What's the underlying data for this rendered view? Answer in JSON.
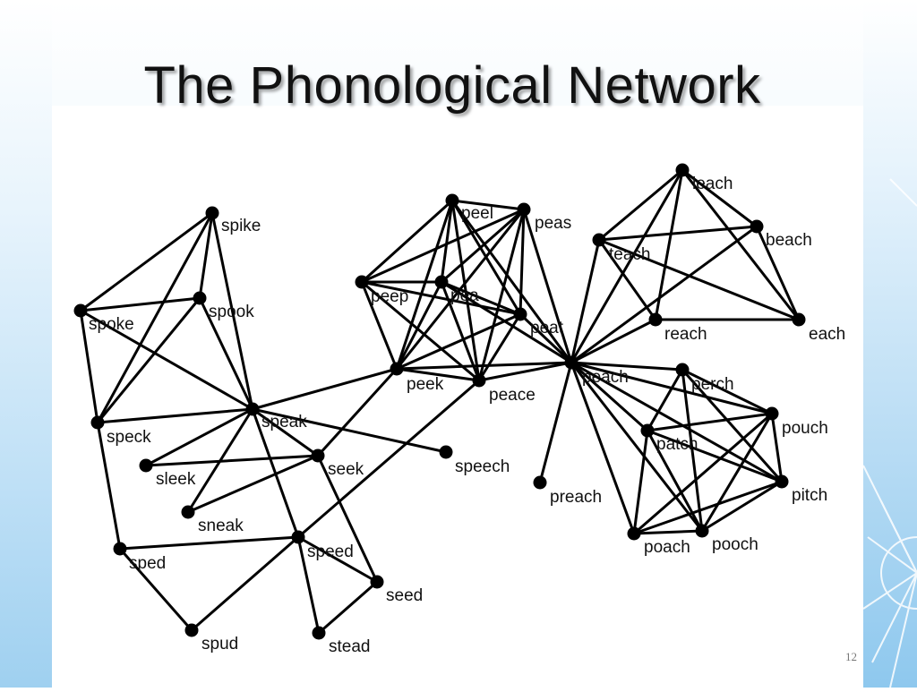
{
  "slide": {
    "title": "The Phonological Network",
    "page_number": "12"
  },
  "network": {
    "nodes": [
      "spike",
      "spook",
      "spoke",
      "speck",
      "speak",
      "sleek",
      "sneak",
      "seek",
      "speed",
      "sped",
      "spud",
      "stead",
      "seed",
      "speech",
      "peel",
      "peas",
      "peep",
      "pea",
      "peat",
      "peek",
      "peace",
      "peach",
      "preach",
      "leach",
      "beach",
      "teach",
      "reach",
      "each",
      "perch",
      "pouch",
      "patch",
      "pitch",
      "poach",
      "pooch"
    ],
    "edges": [
      [
        "spike",
        "spoke"
      ],
      [
        "spike",
        "spook"
      ],
      [
        "spike",
        "speck"
      ],
      [
        "spike",
        "speak"
      ],
      [
        "spoke",
        "spook"
      ],
      [
        "spoke",
        "speck"
      ],
      [
        "spoke",
        "speak"
      ],
      [
        "spook",
        "speck"
      ],
      [
        "spook",
        "speak"
      ],
      [
        "speck",
        "speak"
      ],
      [
        "speck",
        "sped"
      ],
      [
        "speak",
        "sleek"
      ],
      [
        "speak",
        "sneak"
      ],
      [
        "speak",
        "seek"
      ],
      [
        "speak",
        "speech"
      ],
      [
        "speak",
        "speed"
      ],
      [
        "speak",
        "peek"
      ],
      [
        "sleek",
        "seek"
      ],
      [
        "sneak",
        "seek"
      ],
      [
        "seek",
        "seed"
      ],
      [
        "seek",
        "peek"
      ],
      [
        "speed",
        "sped"
      ],
      [
        "speed",
        "spud"
      ],
      [
        "speed",
        "stead"
      ],
      [
        "speed",
        "seed"
      ],
      [
        "speed",
        "peace"
      ],
      [
        "sped",
        "spud"
      ],
      [
        "stead",
        "seed"
      ],
      [
        "peel",
        "peas"
      ],
      [
        "peel",
        "peep"
      ],
      [
        "peel",
        "pea"
      ],
      [
        "peel",
        "peek"
      ],
      [
        "peel",
        "peace"
      ],
      [
        "peel",
        "peat"
      ],
      [
        "peel",
        "peach"
      ],
      [
        "peas",
        "peep"
      ],
      [
        "peas",
        "pea"
      ],
      [
        "peas",
        "peek"
      ],
      [
        "peas",
        "peace"
      ],
      [
        "peas",
        "peat"
      ],
      [
        "peas",
        "peach"
      ],
      [
        "peep",
        "pea"
      ],
      [
        "peep",
        "peek"
      ],
      [
        "peep",
        "peace"
      ],
      [
        "peep",
        "peat"
      ],
      [
        "pea",
        "peek"
      ],
      [
        "pea",
        "peace"
      ],
      [
        "pea",
        "peat"
      ],
      [
        "pea",
        "peach"
      ],
      [
        "peat",
        "peek"
      ],
      [
        "peat",
        "peace"
      ],
      [
        "peat",
        "peach"
      ],
      [
        "peek",
        "peace"
      ],
      [
        "peek",
        "peach"
      ],
      [
        "peace",
        "peach"
      ],
      [
        "peach",
        "preach"
      ],
      [
        "peach",
        "leach"
      ],
      [
        "peach",
        "beach"
      ],
      [
        "peach",
        "teach"
      ],
      [
        "peach",
        "reach"
      ],
      [
        "peach",
        "perch"
      ],
      [
        "peach",
        "pouch"
      ],
      [
        "peach",
        "patch"
      ],
      [
        "peach",
        "pitch"
      ],
      [
        "peach",
        "poach"
      ],
      [
        "peach",
        "pooch"
      ],
      [
        "leach",
        "beach"
      ],
      [
        "leach",
        "teach"
      ],
      [
        "leach",
        "reach"
      ],
      [
        "leach",
        "each"
      ],
      [
        "beach",
        "teach"
      ],
      [
        "beach",
        "each"
      ],
      [
        "teach",
        "reach"
      ],
      [
        "teach",
        "each"
      ],
      [
        "reach",
        "each"
      ],
      [
        "perch",
        "patch"
      ],
      [
        "perch",
        "pouch"
      ],
      [
        "perch",
        "pooch"
      ],
      [
        "perch",
        "pitch"
      ],
      [
        "pouch",
        "patch"
      ],
      [
        "pouch",
        "poach"
      ],
      [
        "pouch",
        "pooch"
      ],
      [
        "pouch",
        "pitch"
      ],
      [
        "patch",
        "pitch"
      ],
      [
        "patch",
        "poach"
      ],
      [
        "patch",
        "pooch"
      ],
      [
        "pitch",
        "poach"
      ],
      [
        "pitch",
        "pooch"
      ],
      [
        "poach",
        "pooch"
      ]
    ]
  }
}
